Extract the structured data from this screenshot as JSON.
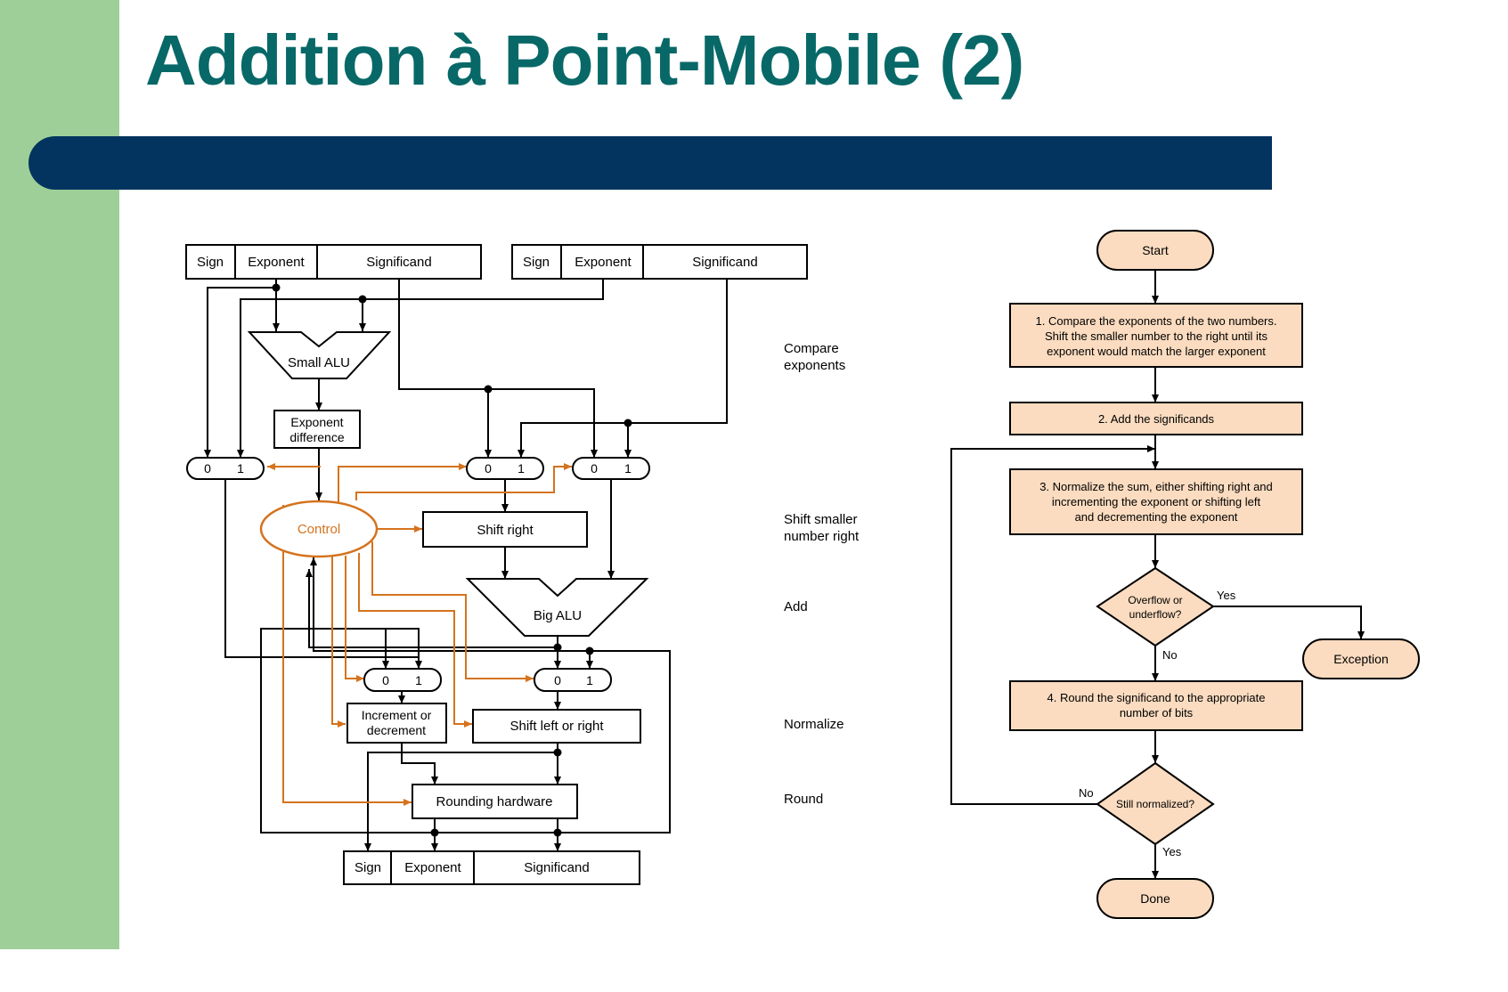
{
  "slide": {
    "title": "Addition à Point-Mobile (2)",
    "colors": {
      "title": "#086868",
      "sidebar": "#9ecf98",
      "title_bar": "#02345f",
      "control": "#d4731e",
      "flow_fill": "#fbdcc0"
    }
  },
  "hardware": {
    "input_a": {
      "sign": "Sign",
      "exponent": "Exponent",
      "significand": "Significand"
    },
    "input_b": {
      "sign": "Sign",
      "exponent": "Exponent",
      "significand": "Significand"
    },
    "output": {
      "sign": "Sign",
      "exponent": "Exponent",
      "significand": "Significand"
    },
    "small_alu": "Small ALU",
    "exponent_difference": [
      "Exponent",
      "difference"
    ],
    "control": "Control",
    "shift_right": "Shift right",
    "big_alu": "Big ALU",
    "increment_or_decrement": [
      "Increment or",
      "decrement"
    ],
    "shift_left_or_right": "Shift left or right",
    "rounding_hardware": "Rounding hardware",
    "mux_zero": "0",
    "mux_one": "1"
  },
  "stage_labels": {
    "compare": [
      "Compare",
      "exponents"
    ],
    "shift": [
      "Shift smaller",
      "number right"
    ],
    "add": "Add",
    "normalize": "Normalize",
    "round": "Round"
  },
  "flowchart": {
    "start": "Start",
    "step1": [
      "1. Compare the exponents of the two numbers.",
      "Shift the smaller number to the right until its",
      "exponent would match the larger exponent"
    ],
    "step2": "2. Add the significands",
    "step3": [
      "3. Normalize the sum, either shifting right and",
      "incrementing the exponent or shifting left",
      "and decrementing the exponent"
    ],
    "decision1": [
      "Overflow or",
      "underflow?"
    ],
    "decision1_yes": "Yes",
    "decision1_no": "No",
    "exception": "Exception",
    "step4": [
      "4. Round the significand to the appropriate",
      "number of bits"
    ],
    "decision2": "Still normalized?",
    "decision2_no": "No",
    "decision2_yes": "Yes",
    "done": "Done"
  }
}
